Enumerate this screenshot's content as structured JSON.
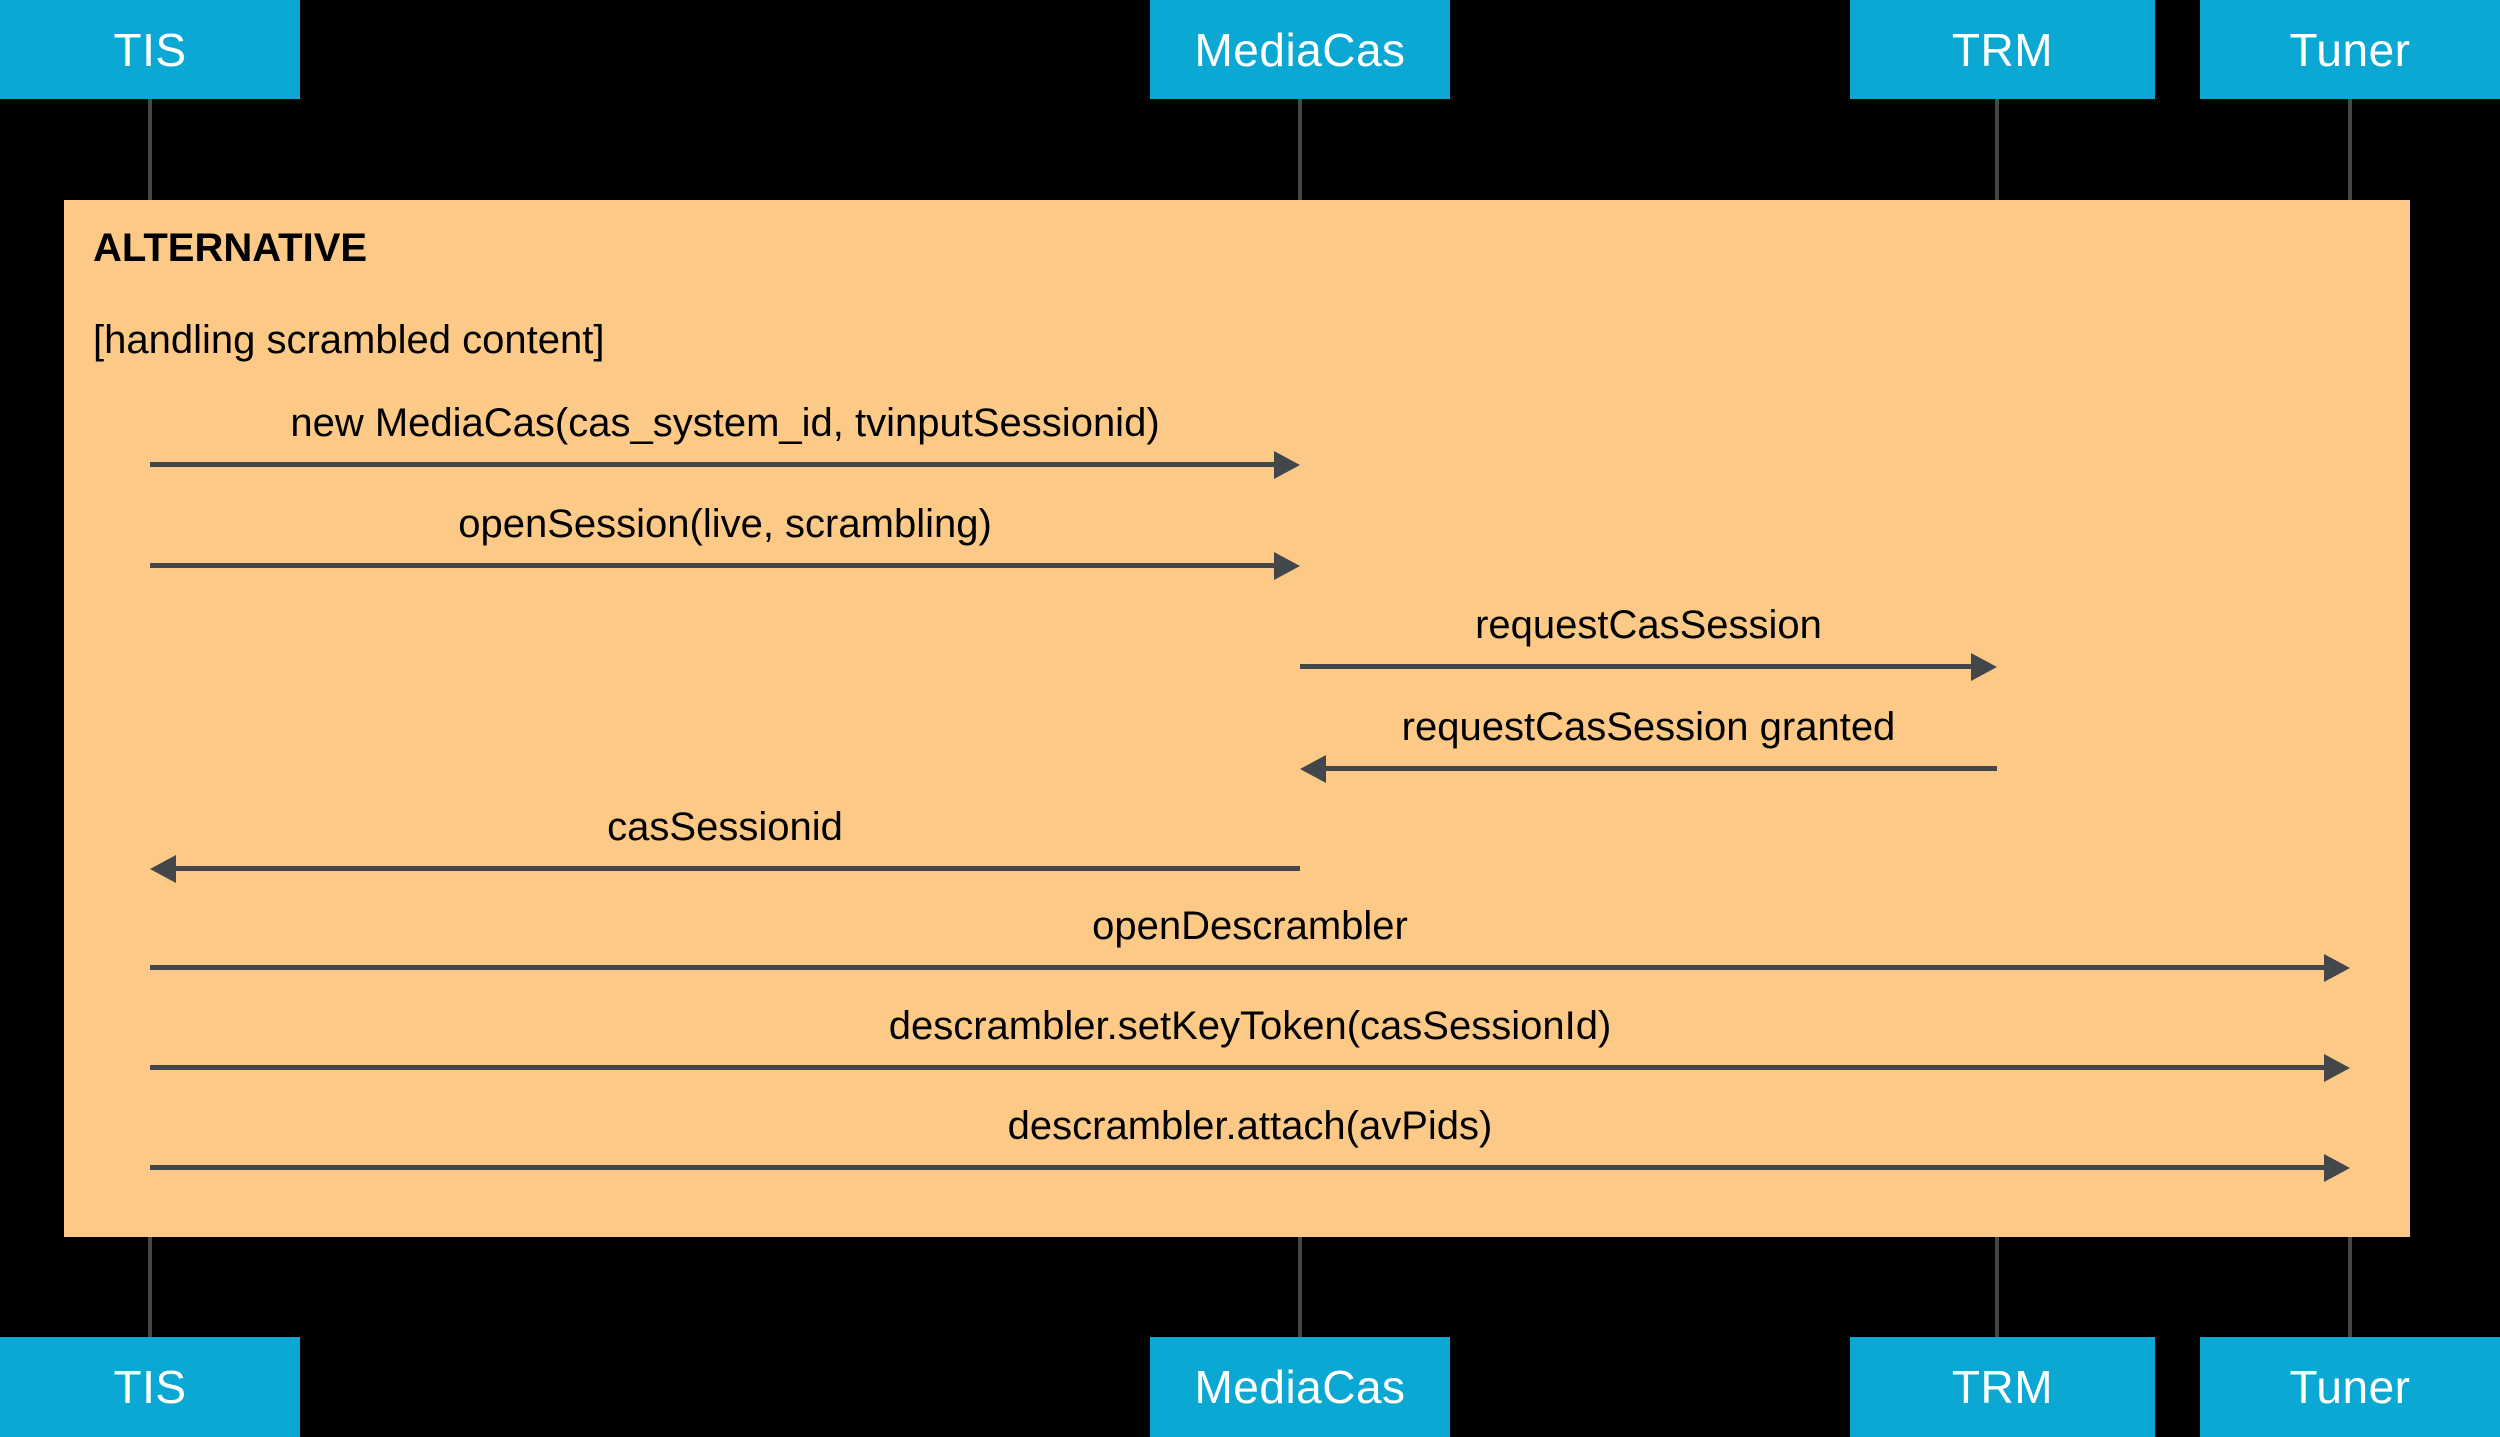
{
  "diagram": {
    "type": "uml-sequence-diagram",
    "background_color": "#000000",
    "participant_color": "#0aa8d2",
    "participant_text_color": "#ffffff",
    "fragment_color": "#fcca86",
    "line_color": "#43474b",
    "text_color": "#000000"
  },
  "participants": [
    {
      "id": "tis",
      "label": "TIS"
    },
    {
      "id": "mediacas",
      "label": "MediaCas"
    },
    {
      "id": "trm",
      "label": "TRM"
    },
    {
      "id": "tuner",
      "label": "Tuner"
    }
  ],
  "participants_footer": [
    {
      "id": "tis",
      "label": "TIS"
    },
    {
      "id": "mediacas",
      "label": "MediaCas"
    },
    {
      "id": "trm",
      "label": "TRM"
    },
    {
      "id": "tuner",
      "label": "Tuner"
    }
  ],
  "fragment": {
    "operator": "ALTERNATIVE",
    "condition": "[handling scrambled content]"
  },
  "messages": [
    {
      "label": "new MediaCas(cas_system_id, tvinputSessionid)",
      "from": "tis",
      "to": "mediacas",
      "direction": "right"
    },
    {
      "label": "openSession(live, scrambling)",
      "from": "tis",
      "to": "mediacas",
      "direction": "right"
    },
    {
      "label": "requestCasSession",
      "from": "mediacas",
      "to": "trm",
      "direction": "right"
    },
    {
      "label": "requestCasSession granted",
      "from": "trm",
      "to": "mediacas",
      "direction": "left"
    },
    {
      "label": "casSessionid",
      "from": "mediacas",
      "to": "tis",
      "direction": "left"
    },
    {
      "label": "openDescrambler",
      "from": "tis",
      "to": "tuner",
      "direction": "right"
    },
    {
      "label": "descrambler.setKeyToken(casSessionId)",
      "from": "tis",
      "to": "tuner",
      "direction": "right"
    },
    {
      "label": "descrambler.attach(avPids)",
      "from": "tis",
      "to": "tuner",
      "direction": "right"
    }
  ]
}
